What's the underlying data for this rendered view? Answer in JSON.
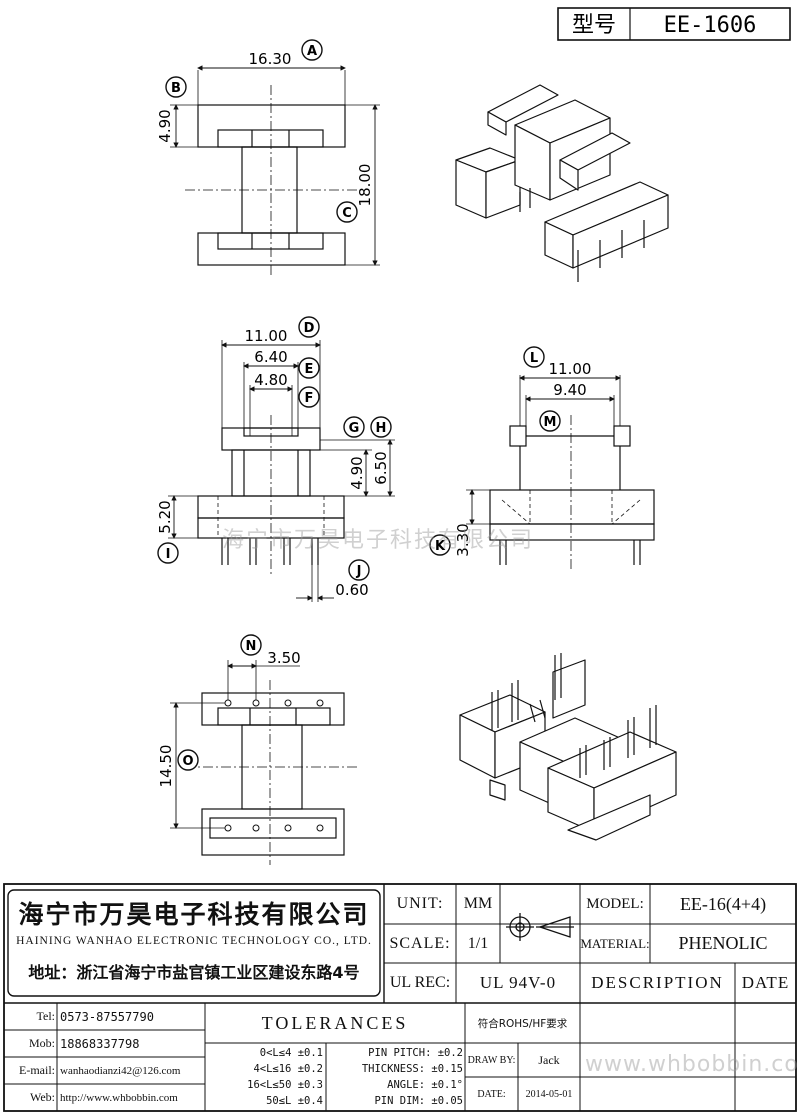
{
  "model_box": {
    "label": "型号",
    "value": "EE-1606"
  },
  "dimensions": {
    "A": "16.30",
    "B": "4.90",
    "C": "18.00",
    "D": "11.00",
    "E": "6.40",
    "F": "4.80",
    "G": "4.90",
    "H": "6.50",
    "I": "5.20",
    "J": "0.60",
    "L1": "11.00",
    "L2": "9.40",
    "K": "3.30",
    "N": "3.50",
    "O": "14.50"
  },
  "callouts": [
    "A",
    "B",
    "C",
    "D",
    "E",
    "F",
    "G",
    "H",
    "I",
    "J",
    "K",
    "L",
    "M",
    "N",
    "O"
  ],
  "watermarks": {
    "center": "海宁市万昊电子科技有限公司",
    "bottom": "www.whbobbin.com"
  },
  "company": {
    "name_cn": "海宁市万昊电子科技有限公司",
    "name_en": "HAINING WANHAO ELECTRONIC TECHNOLOGY CO., LTD.",
    "address": "地址：浙江省海宁市盐官镇工业区建设东路4号"
  },
  "spec": {
    "unit_label": "UNIT:",
    "unit_value": "MM",
    "scale_label": "SCALE:",
    "scale_value": "1/1",
    "model_label": "MODEL:",
    "model_value": "EE-16(4+4)",
    "material_label": "MATERIAL:",
    "material_value": "PHENOLIC",
    "ulrec_label": "UL REC:",
    "ulrec_value": "UL 94V-0",
    "description_label": "DESCRIPTION",
    "date_label": "DATE",
    "rohs": "符合ROHS/HF要求",
    "draw_by_label": "DRAW BY:",
    "draw_by_value": "Jack",
    "date2_label": "DATE:",
    "date2_value": "2014-05-01"
  },
  "contacts": [
    {
      "label": "Tel:",
      "value": "0573-87557790"
    },
    {
      "label": "Mob:",
      "value": "18868337798"
    },
    {
      "label": "E-mail:",
      "value": "wanhaodianzi42@126.com"
    },
    {
      "label": "Web:",
      "value": "http://www.whbobbin.com"
    }
  ],
  "tolerances": {
    "title": "TOLERANCES",
    "ranges": [
      "0<L≤4 ±0.1",
      "4<L≤16 ±0.2",
      "16<L≤50 ±0.3",
      "50≤L ±0.4"
    ],
    "specs": [
      "PIN PITCH: ±0.2",
      "THICKNESS: ±0.15",
      "ANGLE: ±0.1°",
      "PIN DIM: ±0.05"
    ]
  }
}
